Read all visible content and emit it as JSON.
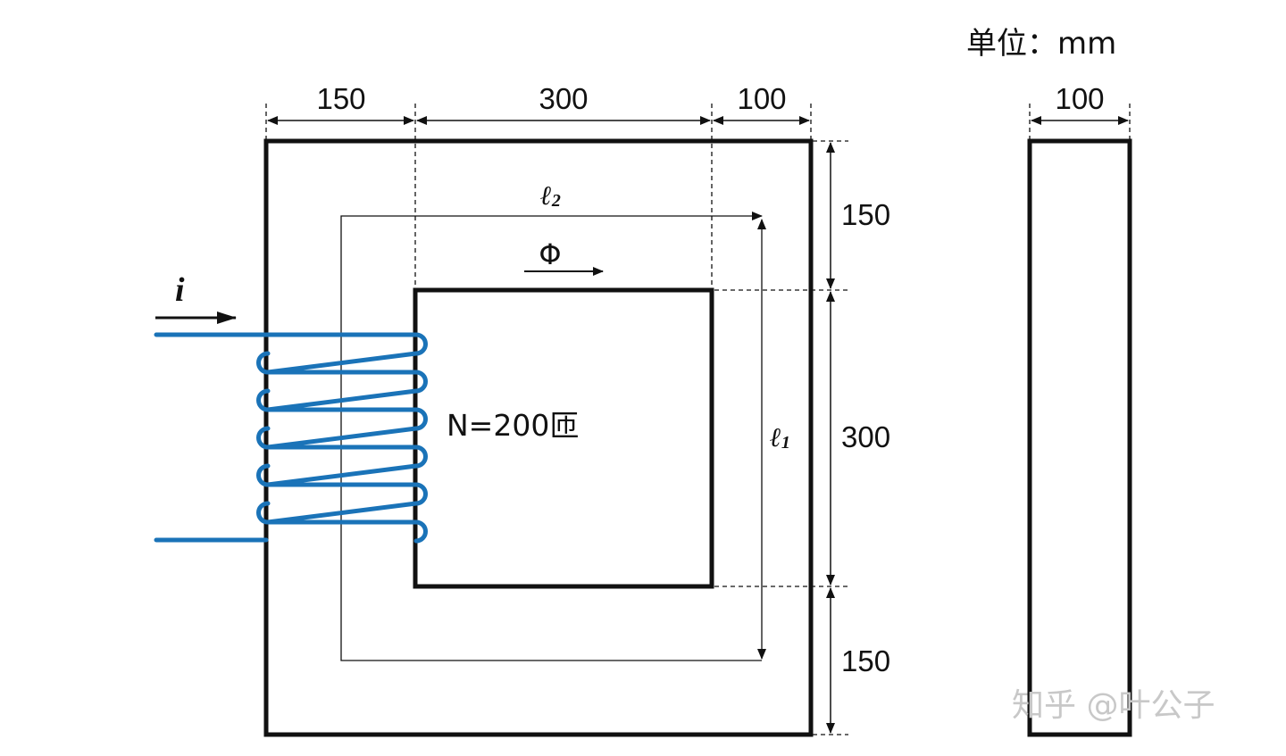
{
  "unit_label": "单位：mm",
  "dimensions": {
    "top_left": "150",
    "top_middle": "300",
    "top_right": "100",
    "right_top": "150",
    "right_middle": "300",
    "right_bottom": "150",
    "side_view_width": "100"
  },
  "labels": {
    "current": "i",
    "flux": "Φ",
    "path_1_main": "ℓ",
    "path_1_sub": "1",
    "path_2_main": "ℓ",
    "path_2_sub": "2",
    "turns": "N=200匝"
  },
  "watermark": "知乎 @叶公子",
  "colors": {
    "coil": "#1a73b8",
    "core": "#111111",
    "watermark": "#c8c8c8"
  }
}
